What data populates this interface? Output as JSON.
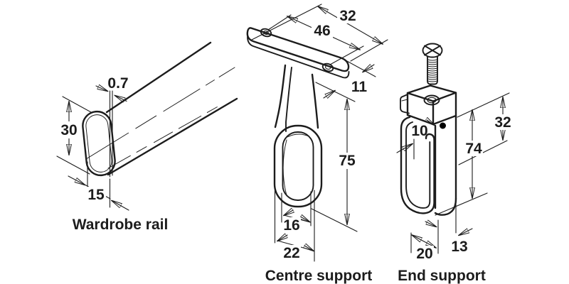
{
  "figure_type": "technical-dimension-drawing",
  "colors": {
    "background": "#ffffff",
    "ink": "#1c1c1c"
  },
  "parts": {
    "wardrobe_rail": {
      "label": "Wardrobe rail",
      "dims": {
        "wall_thickness": "0.7",
        "height": "30",
        "width": "15"
      }
    },
    "centre_support": {
      "label": "Centre support",
      "dims": {
        "plate_length": "32",
        "hole_spacing": "46",
        "plate_depth": "11",
        "drop_height": "75",
        "ring_inner_width": "16",
        "ring_outer_width": "22"
      }
    },
    "end_support": {
      "label": "End support",
      "dims": {
        "mouth_opening": "10",
        "upper_height": "32",
        "total_height": "74",
        "hook_width": "20",
        "hook_depth": "13"
      }
    }
  }
}
